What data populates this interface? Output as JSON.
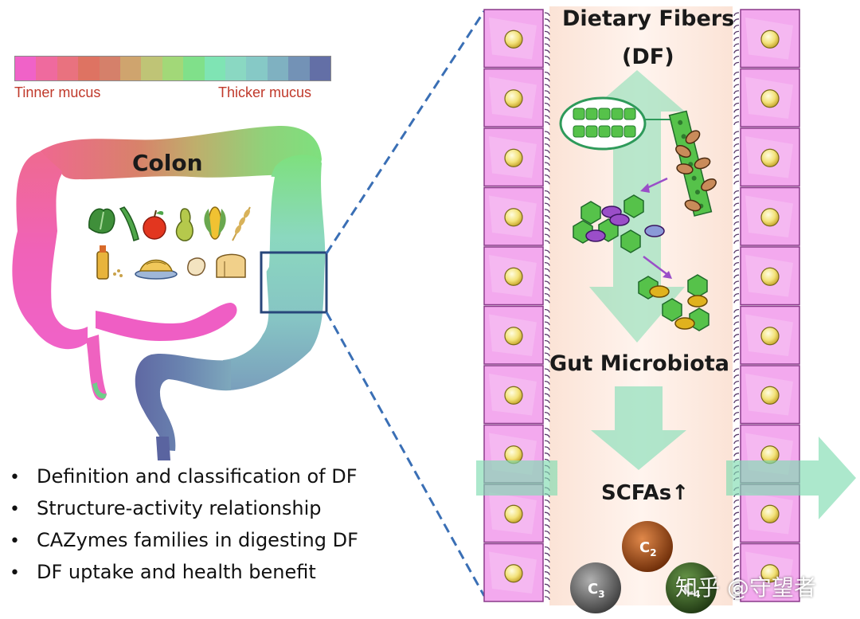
{
  "legend": {
    "left_label": "Tinner mucus",
    "right_label": "Thicker mucus",
    "colors": [
      "#f062c8",
      "#ef6a9e",
      "#e9727f",
      "#de7362",
      "#d5806a",
      "#cfa46e",
      "#bfc476",
      "#a2d878",
      "#80e08a",
      "#7fe4b4",
      "#8ad8c2",
      "#86c9c6",
      "#7fb1c1",
      "#7392b6",
      "#636fa6"
    ]
  },
  "colon": {
    "label": "Colon",
    "food_icons": [
      "leafy-greens-icon",
      "green-bean-icon",
      "apple-icon",
      "pear-icon",
      "corn-icon",
      "wheat-icon",
      "oil-bottle-icon",
      "pasta-plate-icon",
      "bean-icon",
      "bread-icon"
    ]
  },
  "bullets": [
    "Definition and classification of DF",
    "Structure-activity relationship",
    "CAZymes families in digesting DF",
    "DF uptake and health benefit"
  ],
  "panel": {
    "title_line1": "Dietary Fibers",
    "title_line2": "(DF)",
    "microbiota_label": "Gut Microbiota",
    "scfas_label": "SCFAs",
    "scfas_arrow": "↑",
    "molecules": [
      {
        "label": "C",
        "sub": "2",
        "color": "#8b3d0c"
      },
      {
        "label": "C",
        "sub": "3",
        "color": "#5c5c5c"
      },
      {
        "label": "C",
        "sub": "4",
        "color": "#2f4a1e"
      }
    ]
  },
  "watermark": "知乎 @守望者"
}
